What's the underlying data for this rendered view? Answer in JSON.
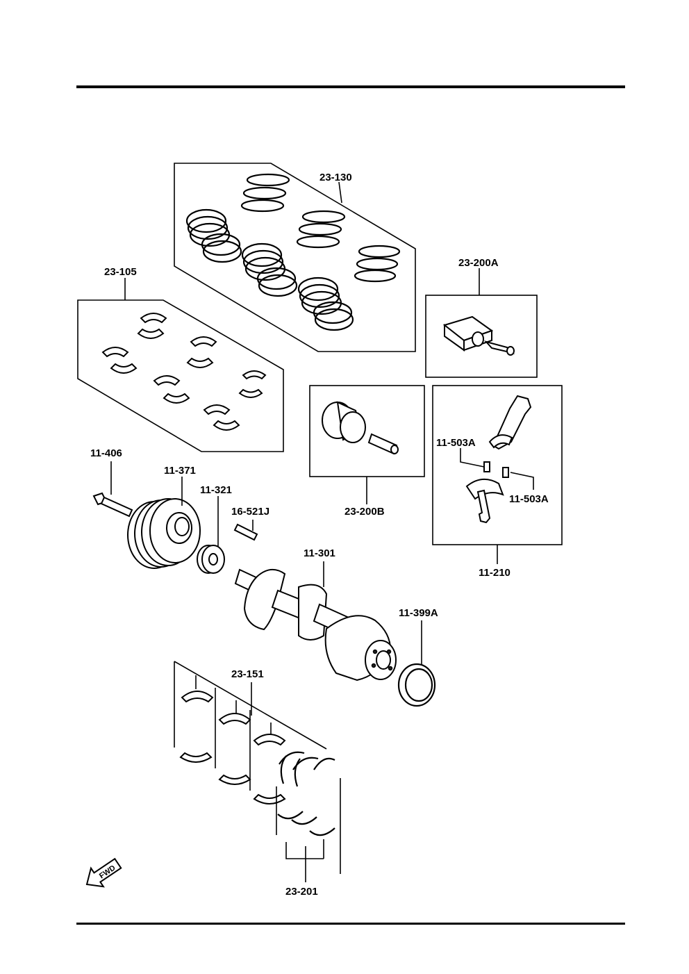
{
  "callouts": {
    "piston_rings": "23-130",
    "main_bearing_upper": "23-105",
    "piston_std": "23-200A",
    "piston_alt": "23-200B",
    "conrod_bolt_left": "11-503A",
    "conrod_bolt_right": "11-503A",
    "conrod": "11-210",
    "pulley_bolt": "11-406",
    "pulley": "11-371",
    "crank_gear": "11-321",
    "woodruff_key": "16-521J",
    "crankshaft": "11-301",
    "oil_seal": "11-399A",
    "thrust_bearing": "23-151",
    "main_bearing_lower": "23-201"
  },
  "fwd_marker": "FWD",
  "icons": [
    "fwd-arrow-icon"
  ]
}
